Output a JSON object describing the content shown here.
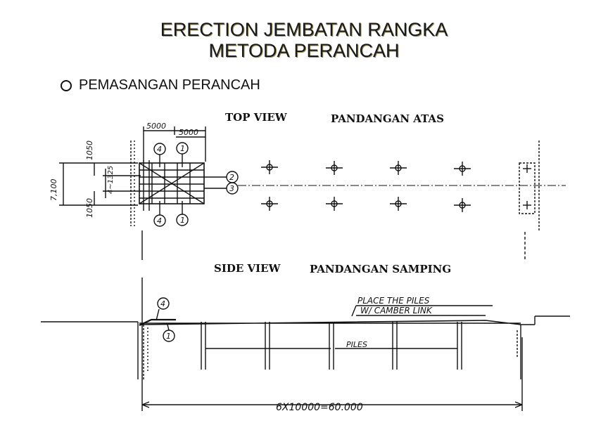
{
  "title": {
    "line1": "ERECTION JEMBATAN RANGKA",
    "line2": "METODA PERANCAH"
  },
  "bullet": {
    "icon": "hollow-circle",
    "text": "PEMASANGAN PERANCAH"
  },
  "top_view": {
    "label": "TOP VIEW",
    "label_id": "PANDANGAN ATAS",
    "dim_top_1": "5000",
    "dim_top_2": "5000",
    "dim_left_upper": "1050",
    "dim_left_total": "7,100",
    "dim_left_lower": "1050",
    "dim_inner": "4~1325",
    "callout_top_a": "4",
    "callout_top_b": "1",
    "callout_bottom_a": "4",
    "callout_bottom_b": "1",
    "callout_right_a": "2",
    "callout_right_b": "3"
  },
  "side_view": {
    "label": "SIDE VIEW",
    "label_id": "PANDANGAN SAMPING",
    "note_line1": "PLACE THE PILES",
    "note_line2": "W/ CAMBER LINK",
    "piles_label": "PILES",
    "callout_top": "4",
    "callout_bottom": "1",
    "span_dimension": "6X10000=60.000"
  }
}
